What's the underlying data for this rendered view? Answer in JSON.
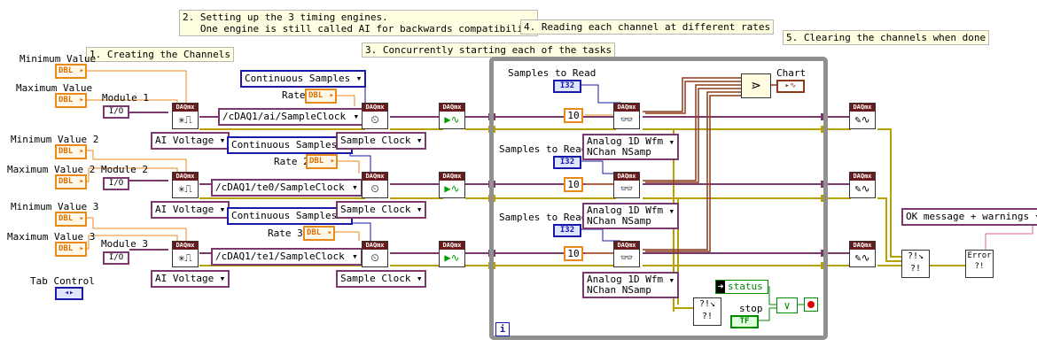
{
  "labels": {
    "min_value": "Minimum Value",
    "max_value": "Maximum Value",
    "module1": "Module 1",
    "min_value2": "Minimum Value 2",
    "max_value2": "Maximum Value 2",
    "module2": "Module 2",
    "min_value3": "Minimum Value 3",
    "max_value3": "Maximum Value 3",
    "module3": "Module 3",
    "tab_control": "Tab Control",
    "rate": "Rate",
    "rate2": "Rate 2",
    "rate3": "Rate 3",
    "samples_to_read": "Samples to Read",
    "samples_to_read2": "Samples to Read 2",
    "samples_to_read3": "Samples to Read 3",
    "chart": "Chart",
    "status": "status",
    "stop": "stop"
  },
  "comments": {
    "c1": "1. Creating the Channels",
    "c2": "2. Setting up the 3 timing engines.\n   One engine is still called AI for backwards compatibility",
    "c3": "3. Concurrently starting each of the tasks",
    "c4": "4. Reading each channel at different rates",
    "c5": "5. Clearing the channels when done"
  },
  "terminals": {
    "dbl": "DBL",
    "io": "I/O",
    "i32": "I32",
    "tf": "TF",
    "daqmx": "DAQmx",
    "loop_index": "i"
  },
  "controls": {
    "ai_voltage": "AI Voltage",
    "continuous_samples": "Continuous Samples",
    "sample_clock": "Sample Clock",
    "clock_source1": "/cDAQ1/ai/SampleClock",
    "clock_source2": "/cDAQ1/te0/SampleClock",
    "clock_source3": "/cDAQ1/te1/SampleClock",
    "read_poly": "Analog 1D Wfm\nNChan NSamp",
    "timeout": "10",
    "error_msg": "OK message + warnings"
  },
  "colors": {
    "error_wire": "#b8a000",
    "task_wire": "#7a3a6e",
    "dbl": "#e88a1a",
    "int": "#1a1aa8",
    "waveform": "#8b3a1a",
    "bool": "#008a00"
  }
}
